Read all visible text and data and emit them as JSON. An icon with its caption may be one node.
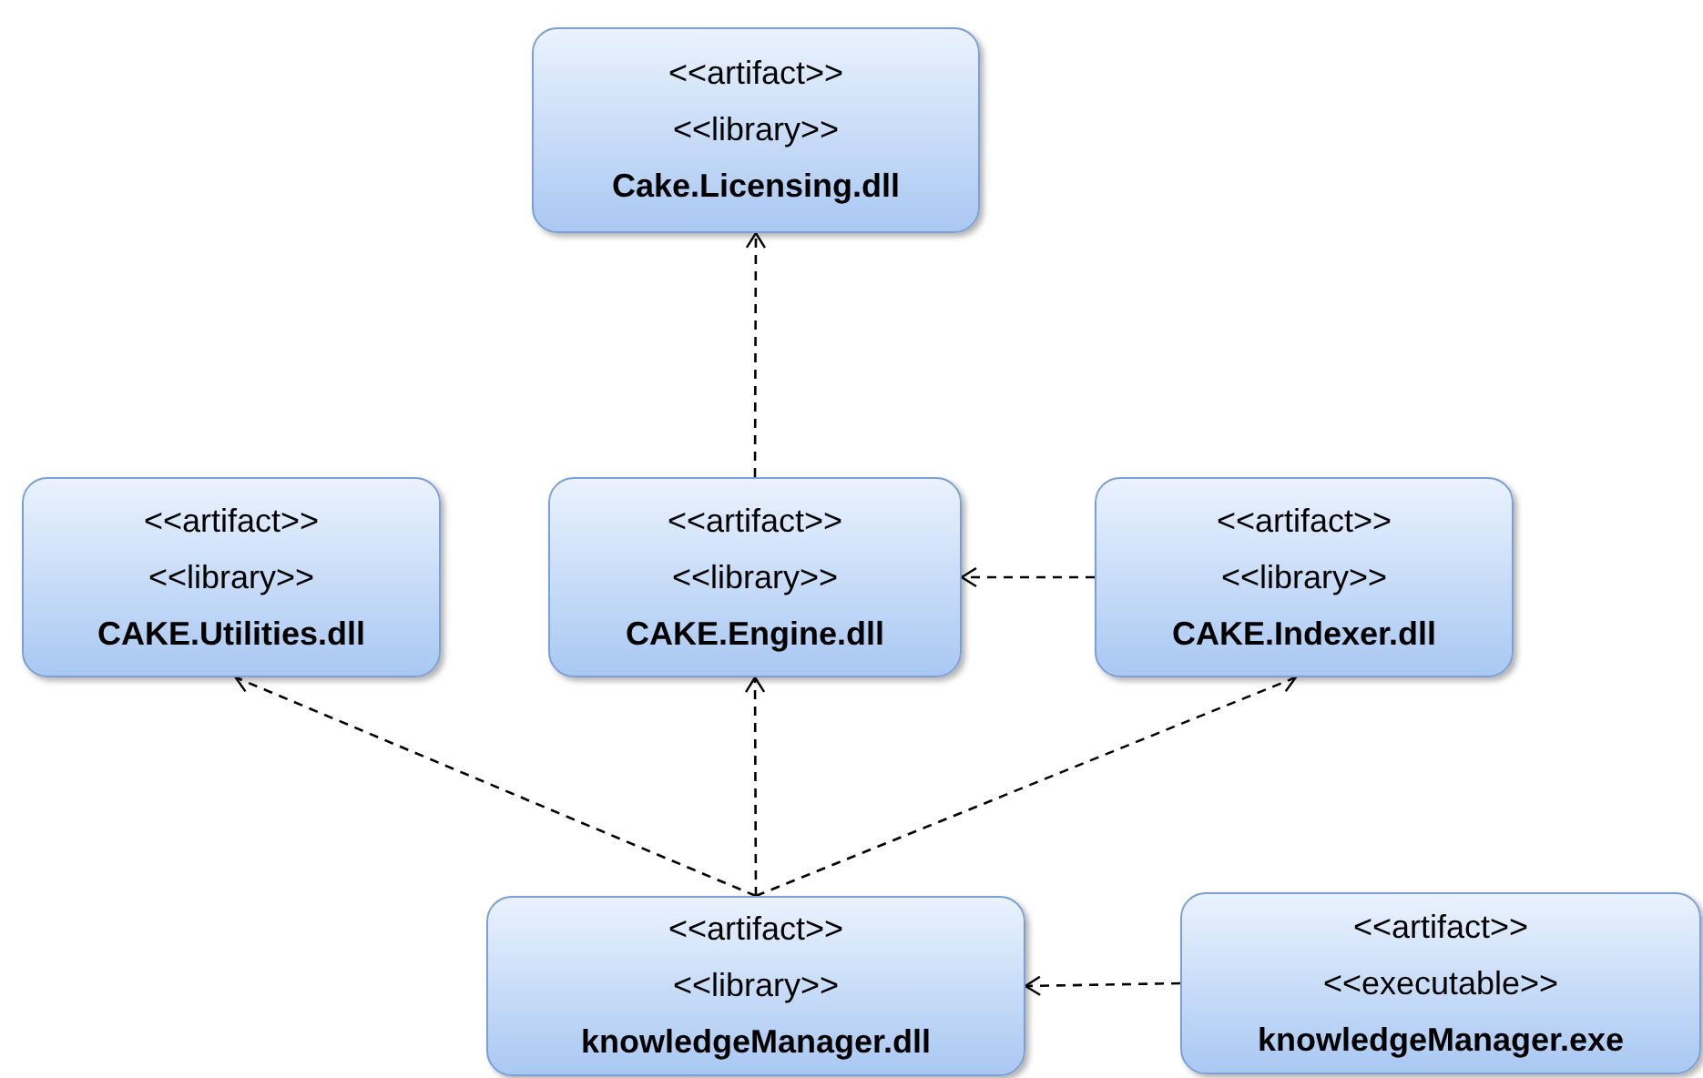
{
  "diagram": {
    "nodes": [
      {
        "text": [
          "<<artifact>>",
          "<<library>>",
          "Cake.Licensing.dll"
        ]
      },
      {
        "text": [
          "<<artifact>>",
          "<<library>>",
          "CAKE.Utilities.dll"
        ]
      },
      {
        "text": [
          "<<artifact>>",
          "<<library>>",
          "CAKE.Engine.dll"
        ]
      },
      {
        "text": [
          "<<artifact>>",
          "<<library>>",
          "CAKE.Indexer.dll"
        ]
      },
      {
        "text": [
          "<<artifact>>",
          "<<library>>",
          "knowledgeManager.dll"
        ]
      },
      {
        "text": [
          "<<artifact>>",
          "<<executable>>",
          "knowledgeManager.exe"
        ]
      }
    ],
    "edges": [
      {
        "from": 2,
        "to": 0,
        "arrow": "to",
        "style": "dashed"
      },
      {
        "from": 3,
        "to": 2,
        "arrow": "to",
        "style": "dashed"
      },
      {
        "from": 4,
        "to": 1,
        "arrow": "to",
        "style": "dashed"
      },
      {
        "from": 4,
        "to": 2,
        "arrow": "to",
        "style": "dashed"
      },
      {
        "from": 4,
        "to": 3,
        "arrow": "to",
        "style": "dashed"
      },
      {
        "from": 5,
        "to": 4,
        "arrow": "to",
        "style": "dashed"
      }
    ]
  }
}
